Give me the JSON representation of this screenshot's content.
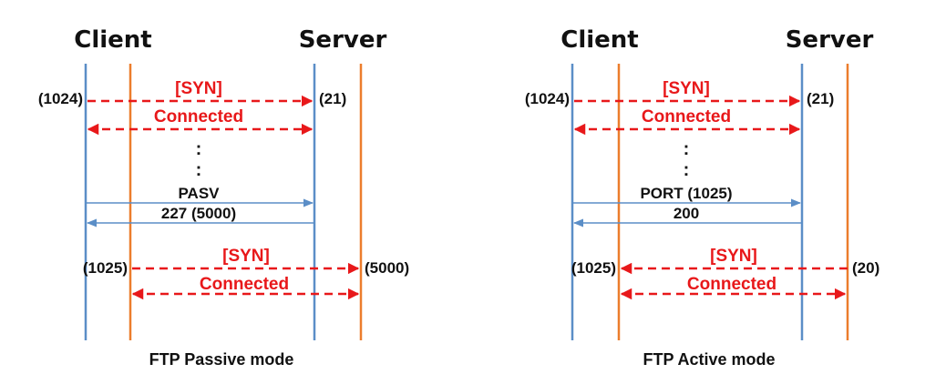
{
  "colors": {
    "client_line": "#5b8ec7",
    "server_line": "#5b8ec7",
    "data_line": "#ec7d2c",
    "syn_connected": "#e8181a",
    "control_arrow": "#5b8ec7"
  },
  "passive": {
    "client_title": "Client",
    "server_title": "Server",
    "port_client_ctrl": "(1024)",
    "port_server_ctrl": "(21)",
    "syn1": "[SYN]",
    "connected1": "Connected",
    "ellipsis1": ":",
    "ellipsis2": ":",
    "cmd": "PASV",
    "reply": "227 (5000)",
    "port_client_data": "(1025)",
    "port_server_data": "(5000)",
    "syn2": "[SYN]",
    "connected2": "Connected",
    "caption": "FTP Passive mode"
  },
  "active": {
    "client_title": "Client",
    "server_title": "Server",
    "port_client_ctrl": "(1024)",
    "port_server_ctrl": "(21)",
    "syn1": "[SYN]",
    "connected1": "Connected",
    "ellipsis1": ":",
    "ellipsis2": ":",
    "cmd": "PORT (1025)",
    "reply": "200",
    "port_client_data": "(1025)",
    "port_server_data": "(20)",
    "syn2": "[SYN]",
    "connected2": "Connected",
    "caption": "FTP Active mode"
  }
}
